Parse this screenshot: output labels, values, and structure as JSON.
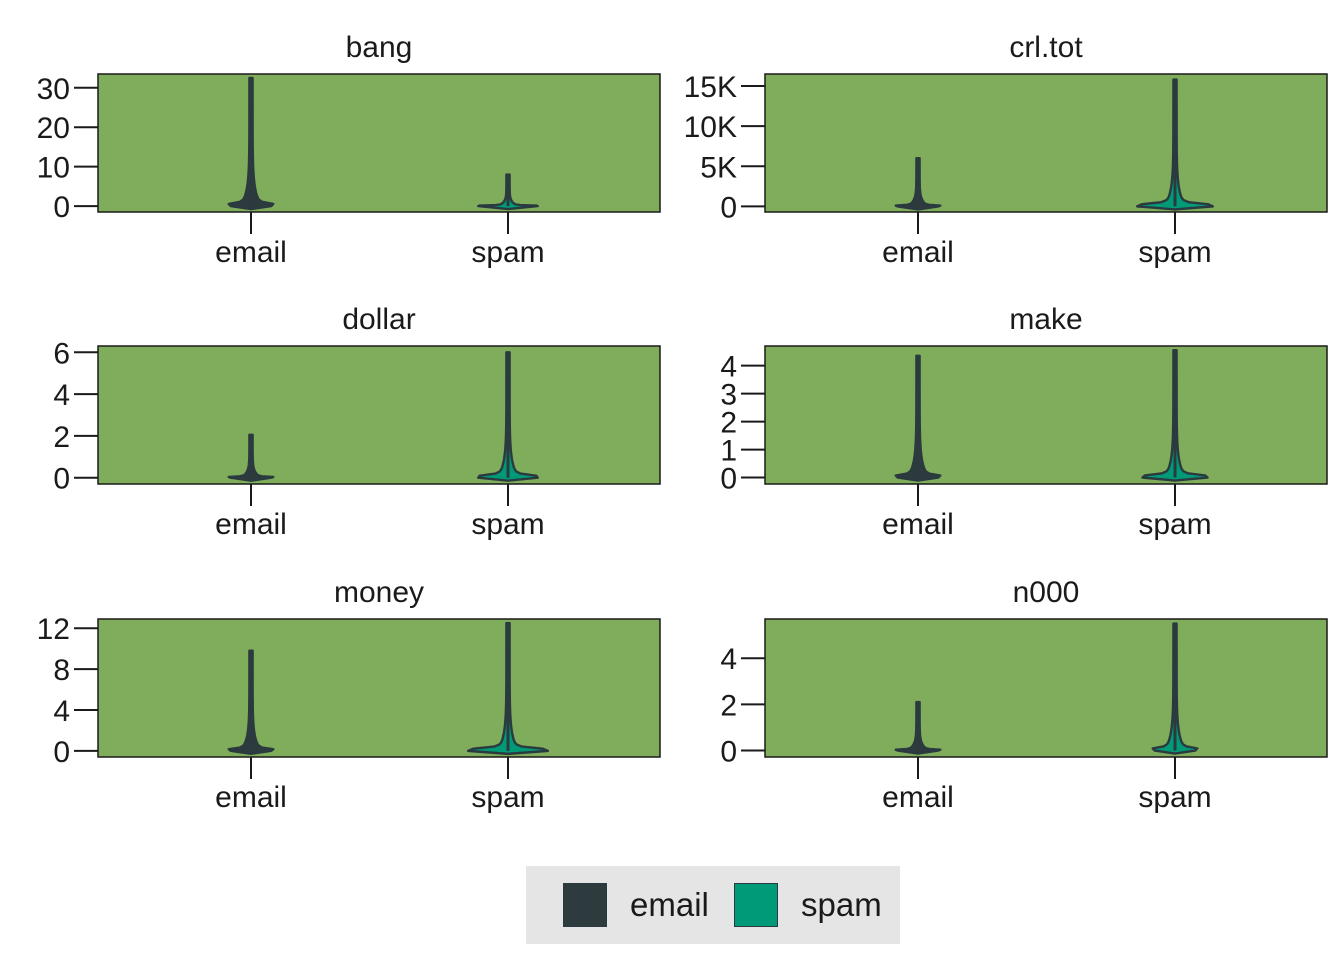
{
  "colors": {
    "panel_background": "#80ad5c",
    "email": "#2d3a3e",
    "spam": "#009a78",
    "outline": "#2b3a3f",
    "legend_background": "#e5e5e5"
  },
  "chart_data": {
    "type": "violin",
    "layout": "facet grid, 3 rows x 2 columns, free y scales",
    "categories": [
      "email",
      "spam"
    ],
    "legend": {
      "position": "bottom",
      "entries": [
        "email",
        "spam"
      ]
    },
    "panels": [
      {
        "title": "bang",
        "ylim": [
          -1.5,
          33.5
        ],
        "y_ticks": [
          0,
          10,
          20,
          30
        ],
        "y_tick_labels": [
          "0",
          "10",
          "20",
          "30"
        ],
        "series": [
          {
            "name": "email",
            "max": 32.5,
            "mode": 0.0
          },
          {
            "name": "spam",
            "max": 8.0,
            "mode": 0.3
          }
        ]
      },
      {
        "title": "crl.tot",
        "ylim": [
          -700,
          16500
        ],
        "y_ticks": [
          0,
          5000,
          10000,
          15000
        ],
        "y_tick_labels": [
          "0",
          "5K",
          "10K",
          "15K"
        ],
        "series": [
          {
            "name": "email",
            "max": 6000,
            "mode": 50
          },
          {
            "name": "spam",
            "max": 15800,
            "mode": 200
          }
        ]
      },
      {
        "title": "dollar",
        "ylim": [
          -0.3,
          6.3
        ],
        "y_ticks": [
          0,
          2,
          4,
          6
        ],
        "y_tick_labels": [
          "0",
          "2",
          "4",
          "6"
        ],
        "series": [
          {
            "name": "email",
            "max": 2.05,
            "mode": 0.0
          },
          {
            "name": "spam",
            "max": 6.0,
            "mode": 0.1
          }
        ]
      },
      {
        "title": "make",
        "ylim": [
          -0.23,
          4.7
        ],
        "y_ticks": [
          0,
          1,
          2,
          3,
          4
        ],
        "y_tick_labels": [
          "0",
          "1",
          "2",
          "3",
          "4"
        ],
        "series": [
          {
            "name": "email",
            "max": 4.35,
            "mode": 0.0
          },
          {
            "name": "spam",
            "max": 4.55,
            "mode": 0.05
          }
        ]
      },
      {
        "title": "money",
        "ylim": [
          -0.6,
          12.9
        ],
        "y_ticks": [
          0,
          4,
          8,
          12
        ],
        "y_tick_labels": [
          "0",
          "4",
          "8",
          "12"
        ],
        "series": [
          {
            "name": "email",
            "max": 9.8,
            "mode": 0.0
          },
          {
            "name": "spam",
            "max": 12.5,
            "mode": 0.1
          }
        ]
      },
      {
        "title": "n000",
        "ylim": [
          -0.28,
          5.7
        ],
        "y_ticks": [
          0,
          2,
          4
        ],
        "y_tick_labels": [
          "0",
          "2",
          "4"
        ],
        "series": [
          {
            "name": "email",
            "max": 2.1,
            "mode": 0.0
          },
          {
            "name": "spam",
            "max": 5.5,
            "mode": 0.05
          }
        ]
      }
    ]
  }
}
